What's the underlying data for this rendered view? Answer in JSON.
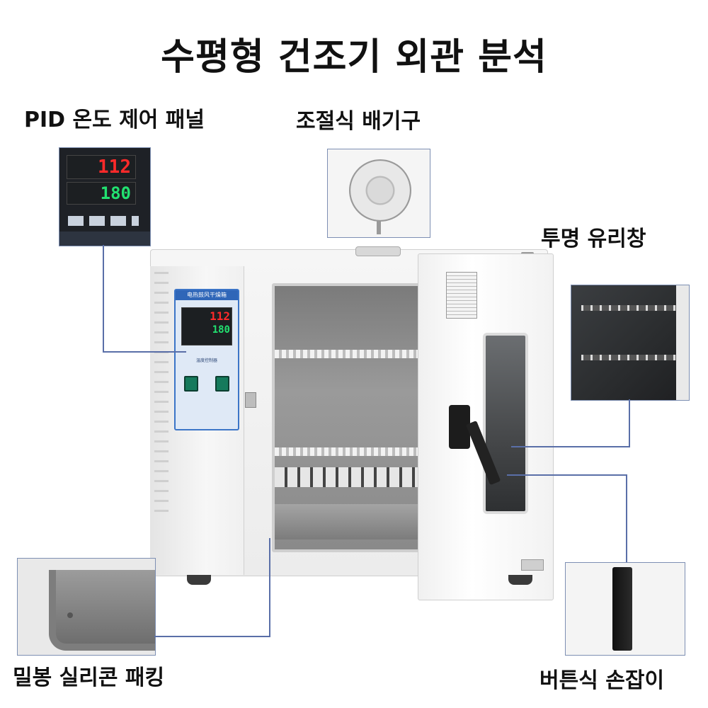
{
  "title": "수평형 건조기 외관 분석",
  "labels": {
    "pid_panel": "PID 온도 제어 패널",
    "exhaust_vent": "조절식 배기구",
    "glass_window": "투명 유리창",
    "silicone_gasket": "밀봉 실리콘 패킹",
    "button_handle": "버튼식 손잡이"
  },
  "controller": {
    "pv_value": "112",
    "sv_value": "180",
    "panel_title": "电热鼓风干燥箱",
    "subtitle": "温度控制器"
  },
  "colors": {
    "panel_blue": "#3c75c7",
    "pv_red": "#ff2a2a",
    "sv_green": "#22e070",
    "connector": "#5a6fa8"
  }
}
